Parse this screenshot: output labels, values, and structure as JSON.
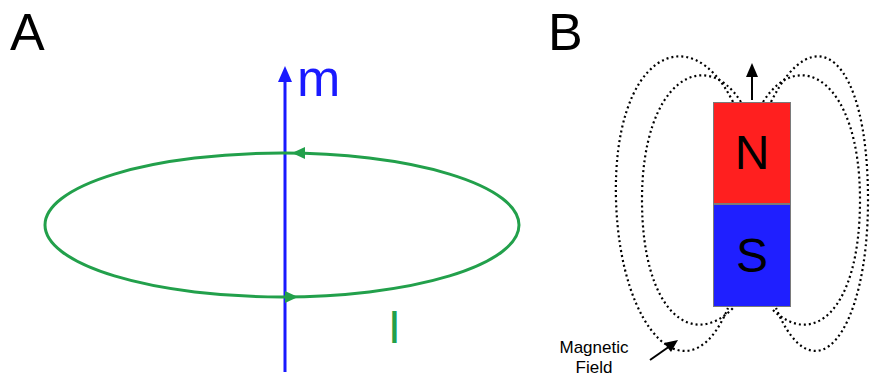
{
  "diagram": {
    "nodes": [
      {
        "text": [
          "N"
        ]
      },
      {
        "text": [
          "S"
        ]
      }
    ],
    "labels": [
      "A",
      "m",
      "I",
      "B",
      "Magnetic Field"
    ]
  }
}
